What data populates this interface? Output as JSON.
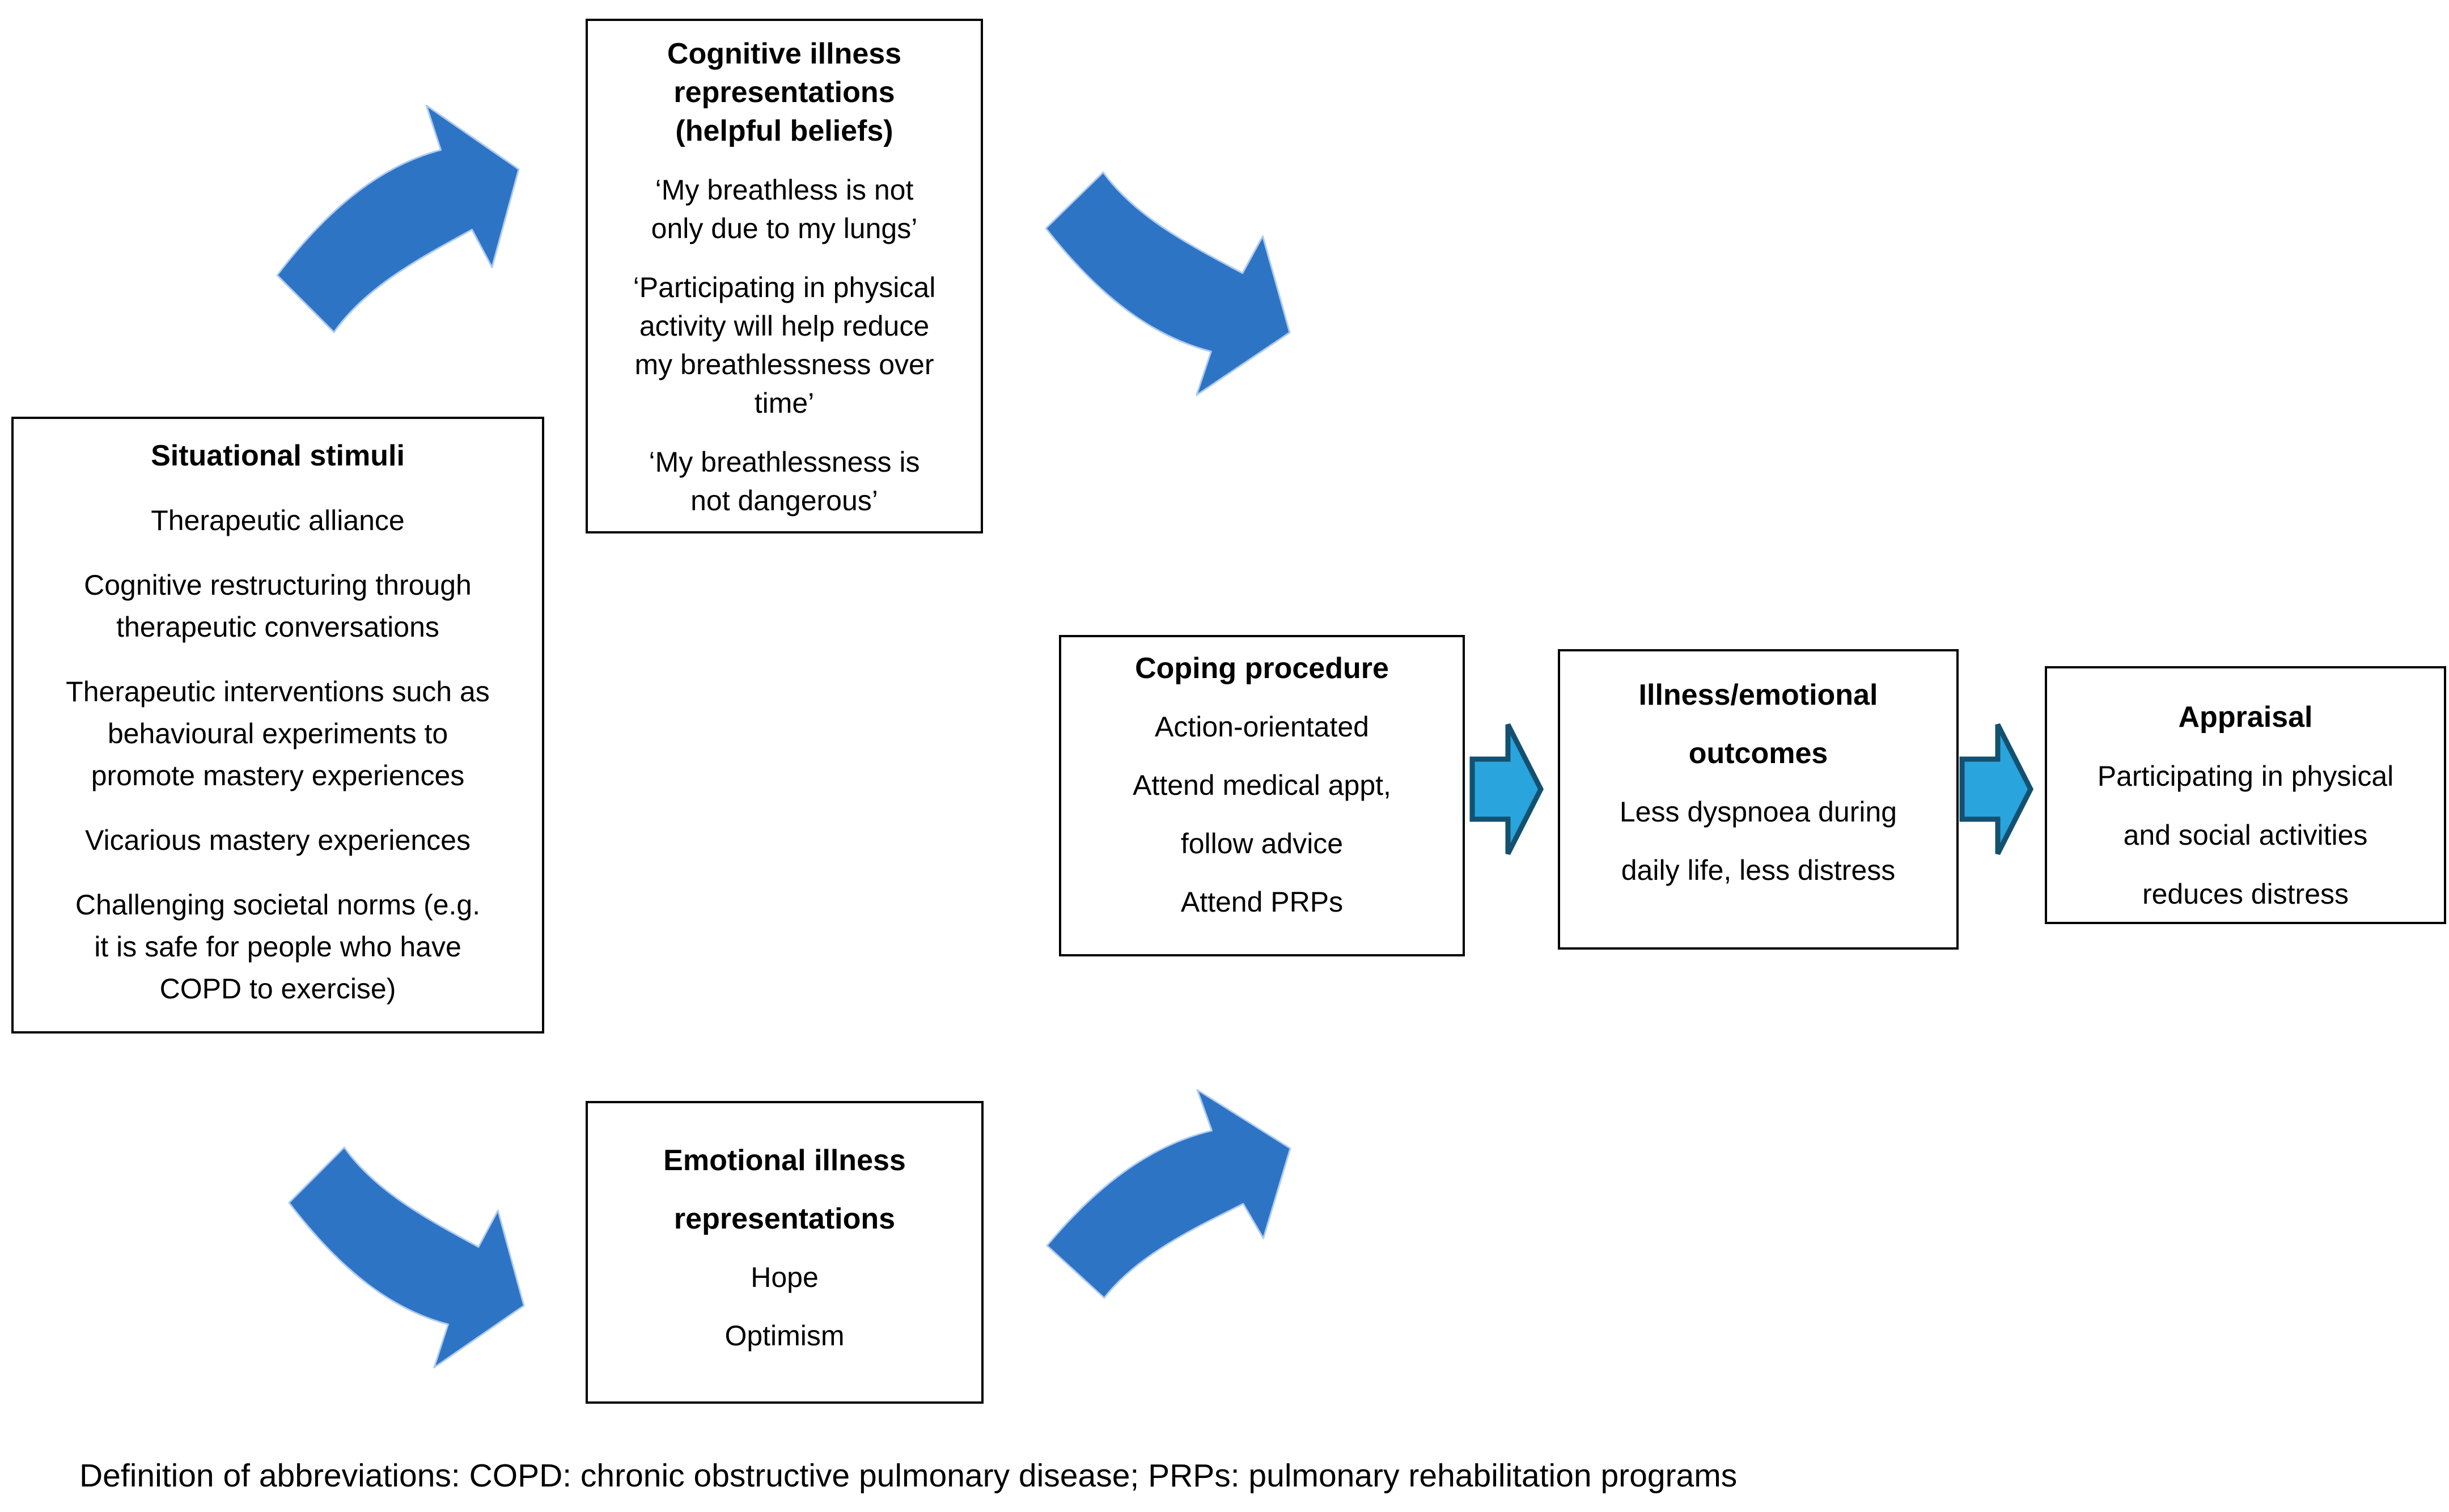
{
  "colors": {
    "curved_arrow_fill": "#2E74C5",
    "curved_arrow_edge": "#AECBEF",
    "straight_arrow_fill": "#29A4DC",
    "straight_arrow_stroke": "#14506F",
    "box_border": "#000000"
  },
  "icons": {
    "situational_to_cognitive": "curved-arrow-up-right",
    "cognitive_to_coping": "curved-arrow-down-right",
    "situational_to_emotional": "curved-arrow-down-right",
    "emotional_to_coping": "curved-arrow-up-right",
    "coping_to_outcomes": "block-arrow-right",
    "outcomes_to_appraisal": "block-arrow-right"
  },
  "boxes": {
    "cognitive": {
      "title": "Cognitive illness\nrepresentations\n(helpful beliefs)",
      "items": [
        "‘My breathless is not\nonly due to my lungs’",
        "‘Participating in physical\nactivity will help reduce\nmy breathlessness over\ntime’",
        "‘My breathlessness is\nnot dangerous’"
      ]
    },
    "situational": {
      "title": "Situational stimuli",
      "items": [
        "Therapeutic alliance",
        "Cognitive restructuring through\ntherapeutic conversations",
        "Therapeutic interventions such as\nbehavioural experiments to\npromote mastery experiences",
        "Vicarious mastery experiences",
        "Challenging societal norms (e.g.\nit is safe for people who have\nCOPD to exercise)"
      ]
    },
    "coping": {
      "title": "Coping procedure",
      "items": [
        "Action-orientated",
        "Attend medical appt,",
        "follow advice",
        "Attend PRPs"
      ]
    },
    "outcomes": {
      "title": "Illness/emotional\noutcomes",
      "items": [
        "Less dyspnoea during",
        "daily life, less distress"
      ]
    },
    "appraisal": {
      "title": "Appraisal",
      "items": [
        "Participating in physical",
        "and social activities",
        "reduces distress"
      ]
    },
    "emotional": {
      "title": "Emotional illness\nrepresentations",
      "items": [
        "Hope",
        "Optimism"
      ]
    }
  },
  "footnote": "Definition of abbreviations: COPD: chronic obstructive pulmonary disease; PRPs: pulmonary rehabilitation programs"
}
